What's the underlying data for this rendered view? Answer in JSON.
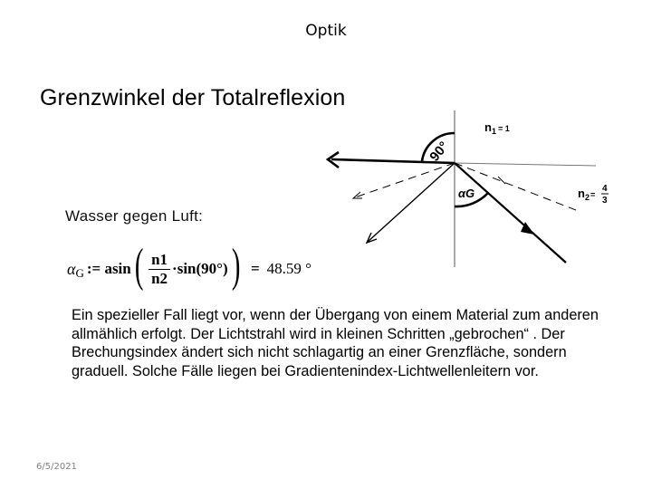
{
  "slide": {
    "header_title": "Optik",
    "main_title": "Grenzwinkel der Totalreflexion",
    "diagram": {
      "labels": {
        "angle_90": "90°",
        "n1": "n",
        "n1_sub": "1",
        "n1_value": "= 1",
        "n2": "n",
        "n2_sub": "2",
        "n2_eq": "=",
        "n2_num": "4",
        "n2_den": "3",
        "critical_angle": "αG"
      }
    },
    "subtitle": "Wasser gegen Luft:",
    "formula": {
      "symbol": "α",
      "symbol_sub": "G",
      "assign": ":= asin",
      "numerator": "n1",
      "denominator": "n2",
      "times_sin": "·sin(90°)",
      "equals": "=",
      "result": "48.59 °"
    },
    "body_text": "Ein spezieller Fall liegt vor, wenn der Übergang von einem Material zum anderen allmählich erfolgt. Der Lichtstrahl wird in kleinen Schritten „gebrochen“ . Der Brechungsindex ändert sich nicht schlagartig an einer Grenzfläche, sondern graduell. Solche Fälle liegen bei Gradientenindex-Lichtwellenleitern vor.",
    "footer_date": "6/5/2021"
  }
}
